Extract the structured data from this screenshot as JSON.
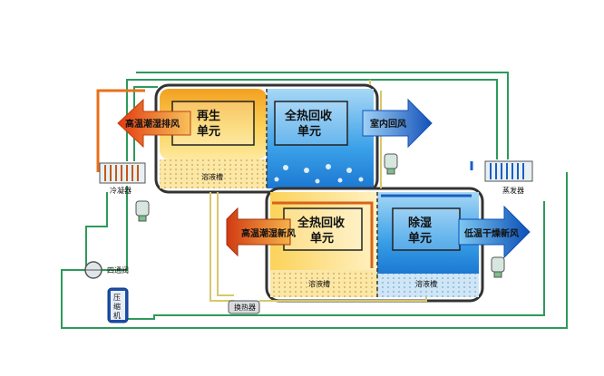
{
  "units": {
    "regen": {
      "line1": "再生",
      "line2": "单元"
    },
    "heat_upper": {
      "line1": "全热回收",
      "line2": "单元"
    },
    "heat_lower": {
      "line1": "全热回收",
      "line2": "单元"
    },
    "dehumid": {
      "line1": "除湿",
      "line2": "单元"
    }
  },
  "arrows": {
    "exhaust": "高温潮湿排风",
    "return_air": "室内回风",
    "fresh_in": "高温潮湿新风",
    "supply": "低温干燥新风"
  },
  "tanks": {
    "upper": "溶液槽",
    "lower_left": "溶液槽",
    "lower_right": "溶液槽"
  },
  "components": {
    "condenser": "冷凝器",
    "evaporator": "蒸发器",
    "four_way": "四通阀",
    "compressor_l1": "压",
    "compressor_l2": "缩",
    "compressor_l3": "机",
    "heat_exchanger": "换热器"
  },
  "colors": {
    "hot": "#f08a10",
    "cold": "#1a6fd6",
    "pipe_green": "#2d9a5a",
    "frame": "#444444"
  }
}
